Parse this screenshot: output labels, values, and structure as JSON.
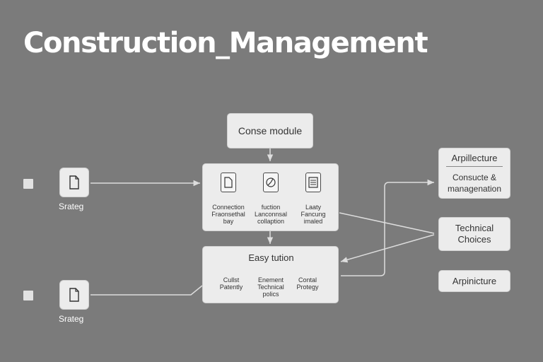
{
  "title": "Construction_Management",
  "nodes": {
    "top_module": "Conse module",
    "left_top_label": "Srateg",
    "left_bottom_label": "Srateg",
    "hub": {
      "items": [
        {
          "icon": "document-icon",
          "line1": "Connection",
          "line2": "Fraonsethal",
          "line3": "bay"
        },
        {
          "icon": "chart-icon",
          "line1": "fuction",
          "line2": "Lanconnsal",
          "line3": "collaption"
        },
        {
          "icon": "list-icon",
          "line1": "Laaty",
          "line2": "Fancung",
          "line3": "imaled"
        }
      ]
    },
    "lower": {
      "title": "Easy tution",
      "items": [
        {
          "line1": "Cullst",
          "line2": "Patently",
          "line3": ""
        },
        {
          "line1": "Enement",
          "line2": "Technical",
          "line3": "polics"
        },
        {
          "line1": "Contal",
          "line2": "Protegy",
          "line3": ""
        }
      ]
    },
    "right": {
      "arch_title": "Arpillecture",
      "arch_sub1": "Consucte &",
      "arch_sub2": "managenation",
      "tech1": "Technical",
      "tech2": "Choices",
      "arpincture": "Arpinicture"
    }
  },
  "colors": {
    "background": "#7b7b7b",
    "box_fill": "#ececec",
    "connector": "#dddddd",
    "text": "#333333"
  }
}
